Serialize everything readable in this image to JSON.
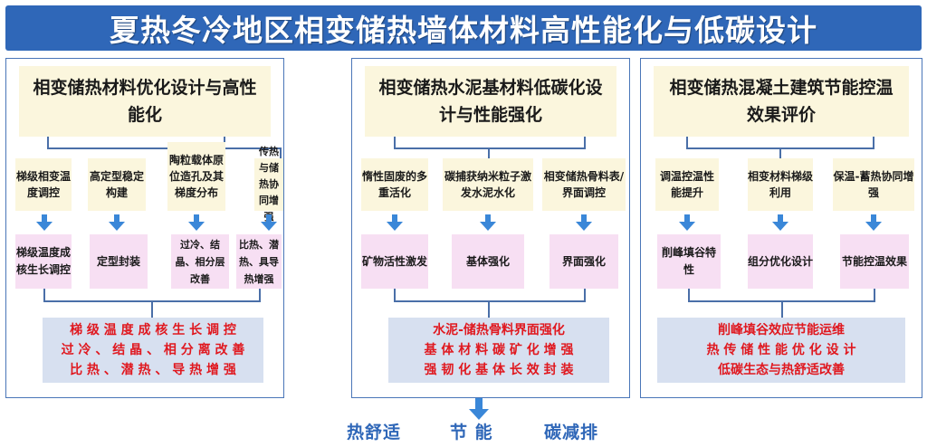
{
  "title": "夏热冬冷地区相变储热墙体材料高性能化与低碳设计",
  "panels": [
    {
      "heading": "相变储热材料优化设计与高性能化",
      "steps": [
        "梯级相变温度调控",
        "高定型稳定构建",
        "陶粒载体原位造孔及其梯度分布",
        "传热与储热协同增强"
      ],
      "results": [
        "梯级温度成核生长调控",
        "定型封装",
        "过冷、结晶、相分层改善",
        "比热、潜热、具导热增强"
      ],
      "summary": [
        "梯 级 温 度 成 核 生 长 调 控",
        "过 冷 、 结 晶 、 相 分 离 改 善",
        "比 热 、 潜 热 、 导 热 增 强"
      ]
    },
    {
      "heading": "相变储热水泥基材料低碳化设计与性能强化",
      "steps": [
        "惰性固废的多重活化",
        "碳捕获纳米粒子激发水泥水化",
        "相变储热骨料表/界面调控"
      ],
      "results": [
        "矿物活性激发",
        "基体强化",
        "界面强化"
      ],
      "summary": [
        "水泥-储热骨料界面强化",
        "基 体 材 料 碳 矿 化 增 强",
        "强 韧 化 基 体 长 效 封 装"
      ]
    },
    {
      "heading": "相变储热混凝土建筑节能控温效果评价",
      "steps": [
        "调温控温性能提升",
        "相变材料梯级利用",
        "保温-蓄热协同增强"
      ],
      "results": [
        "削峰填谷特性",
        "组分优化设计",
        "节能控温效果"
      ],
      "summary": [
        "削峰填谷效应节能运维",
        "热 传 储 性 能 优 化 设 计",
        "低碳生态与热舒适改善"
      ]
    }
  ],
  "goals": [
    "热舒适",
    "节 能",
    "碳减排"
  ],
  "colors": {
    "title_bg": "#2f67b8",
    "panel_border": "#4a76b8",
    "step_bg": "#fbf6dd",
    "result_bg": "#f7dff3",
    "summary_bg": "#d7e0f0",
    "summary_text": "#e0181f",
    "arrow": "#3a87d8",
    "goal_text": "#2f67b8"
  }
}
